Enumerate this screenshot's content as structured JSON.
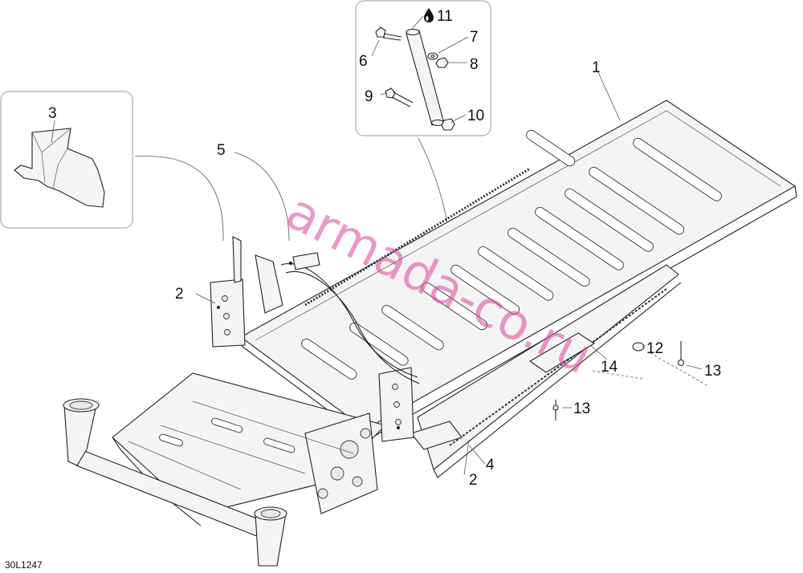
{
  "diagram": {
    "figure_code": "30L1247",
    "watermark": "armada-co.ru",
    "callouts": {
      "c1": "1",
      "c2a": "2",
      "c2b": "2",
      "c3": "3",
      "c4": "4",
      "c5": "5",
      "c6": "6",
      "c7": "7",
      "c8": "8",
      "c9": "9",
      "c10": "10",
      "c11": "11",
      "c12": "12",
      "c13a": "13",
      "c13b": "13",
      "c14": "14"
    },
    "icons": {
      "oil_drop": "oil-drop-icon"
    }
  }
}
